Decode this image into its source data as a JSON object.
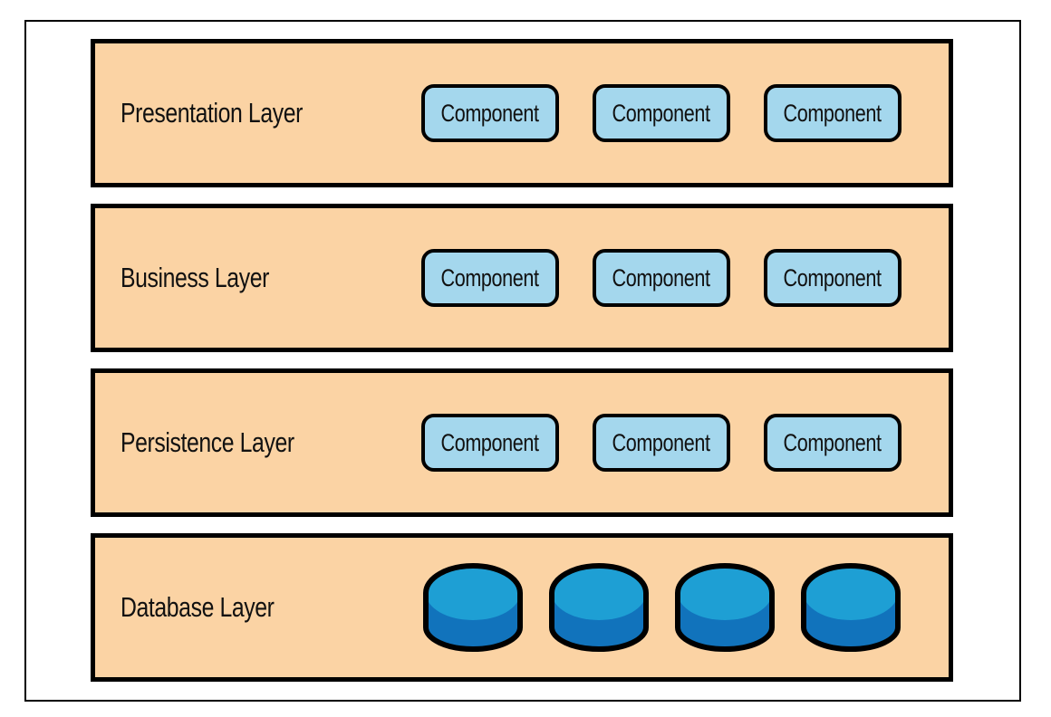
{
  "colors": {
    "background": "#ffffff",
    "frame_border": "#000000",
    "layer_fill": "#FBD3A4",
    "layer_border": "#000000",
    "component_fill": "#A4D7ED",
    "component_border": "#000000",
    "database_top": "#1E9FD4",
    "database_bottom": "#1173BC",
    "text": "#111111"
  },
  "diagram": {
    "type": "layered-architecture",
    "layers": [
      {
        "label": "Presentation Layer",
        "components": [
          "Component",
          "Component",
          "Component"
        ]
      },
      {
        "label": "Business Layer",
        "components": [
          "Component",
          "Component",
          "Component"
        ]
      },
      {
        "label": "Persistence Layer",
        "components": [
          "Component",
          "Component",
          "Component"
        ]
      },
      {
        "label": "Database Layer",
        "database_count": 4
      }
    ]
  }
}
